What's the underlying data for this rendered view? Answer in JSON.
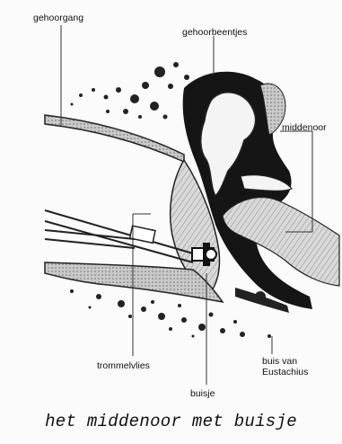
{
  "labels": {
    "ear_canal": "gehoorgang",
    "ossicles": "gehoorbeentjes",
    "middle_ear": "middenoor",
    "eardrum": "trommelvlies",
    "tube": "buisje",
    "eustachian_line1": "buis van",
    "eustachian_line2": "Eustachius"
  },
  "caption": "het middenoor met buisje"
}
